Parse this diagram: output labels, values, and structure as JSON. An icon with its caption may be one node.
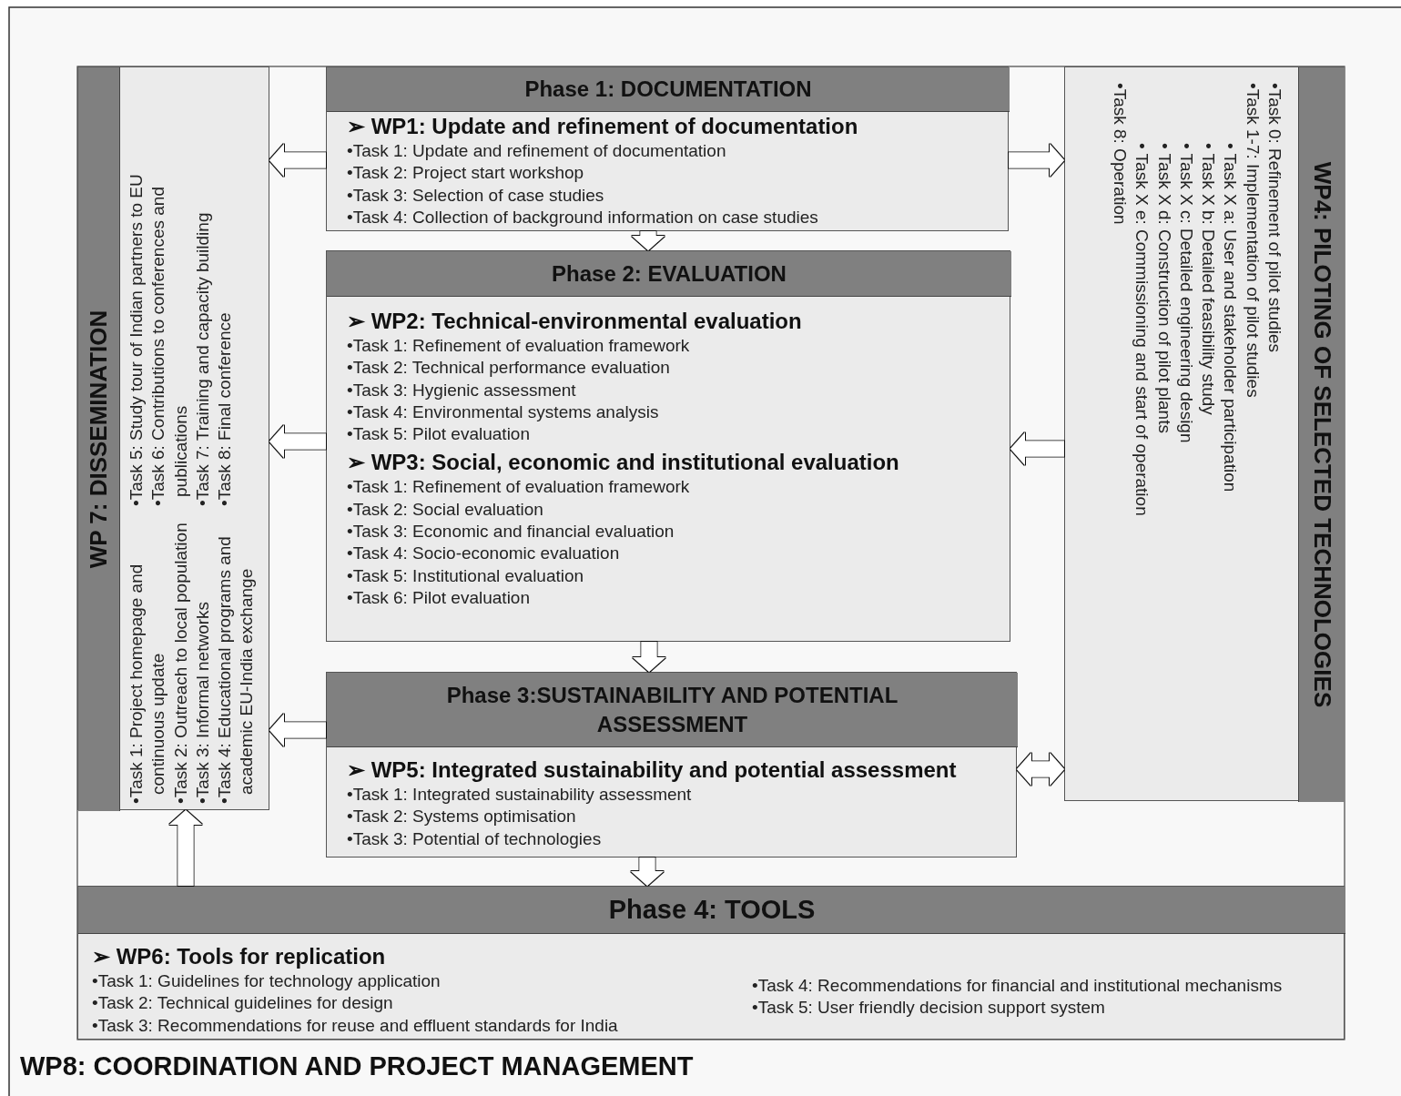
{
  "diagram": {
    "nodes": [
      {
        "text": [
          "WP 7: DISSEMINATION",
          "•Task 1: Project homepage and continuous update",
          "•Task 2: Outreach to local population",
          "•Task 3: Informal networks",
          "•Task 4: Educational programs and academic EU-India exchange",
          "•Task 5: Study tour of Indian partners to EU",
          "•Task 6: Contributions to conferences and publications",
          "•Task 7: Training and capacity building",
          "•Task 8: Final conference"
        ]
      },
      {
        "text": [
          "Phase 1: DOCUMENTATION",
          "➢ WP1: Update and refinement of documentation",
          "•Task 1: Update and refinement of documentation",
          "•Task 2: Project start workshop",
          "•Task 3: Selection of case studies",
          "•Task 4: Collection of background information on case studies"
        ]
      },
      {
        "text": [
          "Phase 2: EVALUATION",
          "➢ WP2: Technical-environmental evaluation",
          "•Task 1: Refinement of evaluation framework",
          "•Task 2: Technical performance evaluation",
          "•Task 3: Hygienic assessment",
          "•Task 4: Environmental systems analysis",
          "•Task 5: Pilot evaluation",
          "➢ WP3: Social, economic and institutional evaluation",
          "•Task 1: Refinement of evaluation framework",
          "•Task 2: Social evaluation",
          "•Task 3: Economic and financial evaluation",
          "•Task 4: Socio-economic evaluation",
          "•Task 5: Institutional evaluation",
          "•Task 6: Pilot evaluation"
        ]
      },
      {
        "text": [
          "Phase 3:SUSTAINABILITY AND POTENTIAL ASSESSMENT",
          "➢ WP5: Integrated sustainability and potential assessment",
          "•Task 1: Integrated sustainability assessment",
          "•Task 2: Systems optimisation",
          "•Task 3: Potential of technologies"
        ]
      },
      {
        "text": [
          "WP4: PILOTING OF SELECTED TECHNOLOGIES",
          "•Task 0: Refinement of pilot studies",
          "•Task 1-7: Implementation of pilot studies",
          "• Task X a: User and stakeholder participation",
          "• Task X b: Detailed feasibility study",
          "• Task X c: Detailed engineering design",
          "• Task X d: Construction of pilot plants",
          "• Task X e: Commissioning and start of operation",
          "•Task 8: Operation"
        ]
      },
      {
        "text": [
          "Phase 4: TOOLS",
          "➢ WP6: Tools for replication",
          "•Task 1: Guidelines for technology application",
          "•Task 2: Technical guidelines for design",
          "•Task 3: Recommendations for reuse and effluent standards for India",
          "•Task 4: Recommendations for financial and institutional mechanisms",
          "•Task 5: User friendly decision support system"
        ]
      }
    ],
    "edges": [
      {
        "from": 1,
        "to": 0,
        "arrow": "to"
      },
      {
        "from": 1,
        "to": 4,
        "arrow": "to"
      },
      {
        "from": 1,
        "to": 2,
        "arrow": "to"
      },
      {
        "from": 2,
        "to": 0,
        "arrow": "to"
      },
      {
        "from": 4,
        "to": 2,
        "arrow": "to"
      },
      {
        "from": 2,
        "to": 3,
        "arrow": "to"
      },
      {
        "from": 3,
        "to": 0,
        "arrow": "to"
      },
      {
        "from": 3,
        "to": 4,
        "arrow": "both"
      },
      {
        "from": 3,
        "to": 5,
        "arrow": "to"
      },
      {
        "from": 5,
        "to": 0,
        "arrow": "to"
      }
    ],
    "labels": [
      "WP8: COORDINATION AND PROJECT MANAGEMENT"
    ]
  }
}
